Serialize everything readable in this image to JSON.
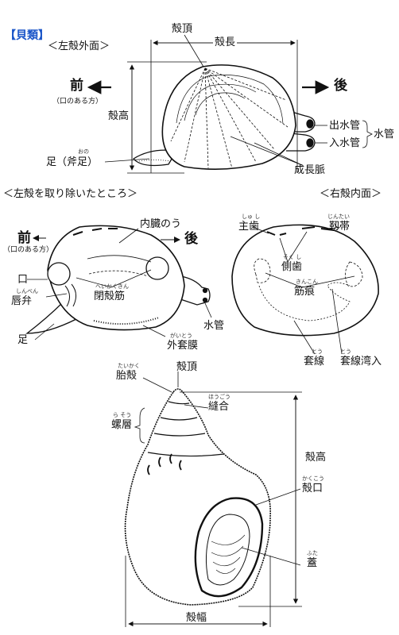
{
  "page": {
    "title": "【貝類】"
  },
  "s1": {
    "heading": "＜左殻外面＞",
    "umbo": "殻頂",
    "length": "殻長",
    "height": "殻高",
    "front": "前",
    "front_sub": "（口のある方）",
    "back": "後",
    "foot": "足（斧足）",
    "foot_ruby": "おの",
    "siphon": "水管",
    "exhalant": "出水管",
    "inhalant": "入水管",
    "growth": "成長脈"
  },
  "s2": {
    "heading": "＜左殻を取り除いたところ＞",
    "viscera": "内臓のう",
    "front": "前",
    "front_sub": "（口のある方）",
    "back": "後",
    "mouth": "口",
    "palp": "唇弁",
    "palp_ruby": "しんべん",
    "adductor": "閉殻筋",
    "adductor_ruby": "へいかくきん",
    "foot": "足",
    "mantle": "外套膜",
    "mantle_ruby": "がいとう",
    "siphon": "水管"
  },
  "s3": {
    "heading": "＜右殻内面＞",
    "main_tooth": "主歯",
    "main_tooth_ruby": "しゅ し",
    "ligament": "靱帯",
    "ligament_ruby": "じんたい",
    "lateral_tooth": "側歯",
    "lateral_tooth_ruby": "そく し",
    "muscle_scar": "筋痕",
    "muscle_scar_ruby": "きんこん",
    "pallial_line": "套線",
    "pallial_line_ruby": "とう",
    "pallial_sinus": "套線湾入",
    "pallial_sinus_ruby": "とう"
  },
  "s4": {
    "apex": "殻頂",
    "protoconch": "胎殻",
    "protoconch_ruby": "たいかく",
    "suture": "縫合",
    "suture_ruby": "ほうごう",
    "whorl": "螺層",
    "whorl_ruby": "ら そう",
    "height": "殻高",
    "aperture": "殻口",
    "aperture_ruby": "かくこう",
    "operculum": "蓋",
    "operculum_ruby": "ふた",
    "width": "殻幅"
  }
}
